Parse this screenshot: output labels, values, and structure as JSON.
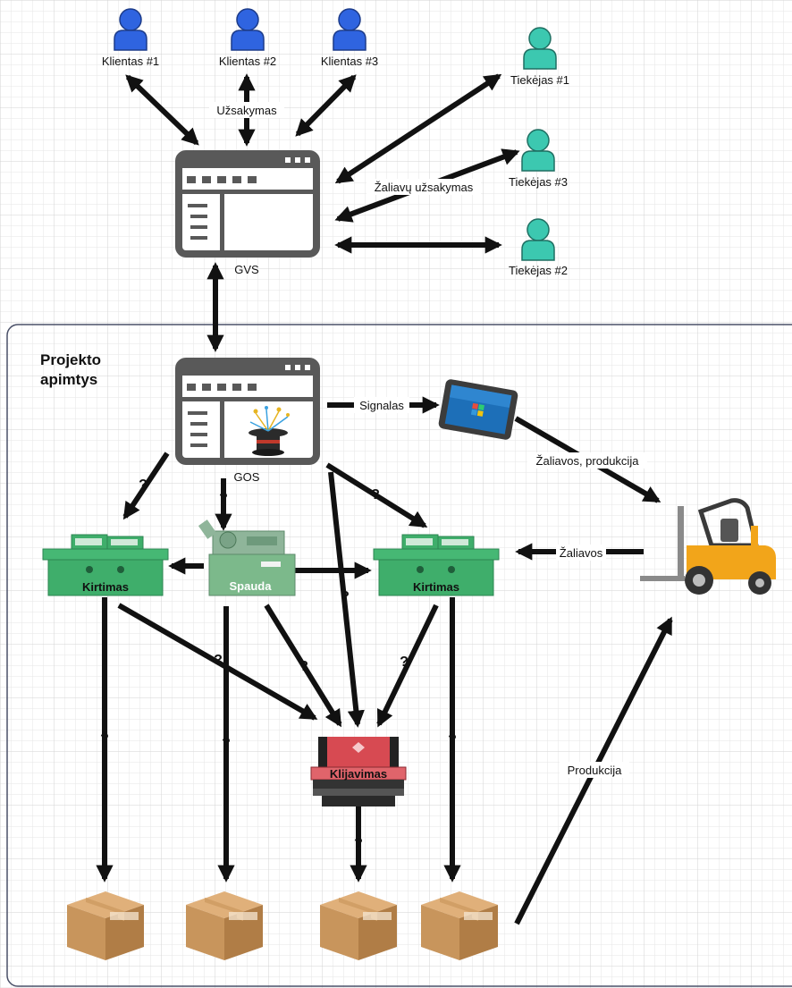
{
  "scope": {
    "title_line1": "Projekto",
    "title_line2": "apimtys"
  },
  "customers": [
    "Klientas #1",
    "Klientas #2",
    "Klientas #3"
  ],
  "suppliers": [
    "Tiekėjas #1",
    "Tiekėjas #3",
    "Tiekėjas #2"
  ],
  "systems": {
    "gvs": "GVS",
    "gos": "GOS"
  },
  "machines": {
    "kirtimas_left": "Kirtimas",
    "spauda": "Spauda",
    "kirtimas_right": "Kirtimas",
    "klijavimas": "Klijavimas"
  },
  "edge_labels": {
    "order": "Užsakymas",
    "raw_order": "Žaliavų užsakymas",
    "signal": "Signalas",
    "raw_production": "Žaliavos, produkcija",
    "raw": "Žaliavos",
    "production": "Produkcija",
    "unknown": "?"
  },
  "colors": {
    "customer": "#2f64e0",
    "supplier": "#3cc8b0",
    "machine": "#3fae6b",
    "window": "#595959",
    "box": "#c8955c",
    "forklift": "#f2a51a",
    "press_red": "#d74a52"
  }
}
